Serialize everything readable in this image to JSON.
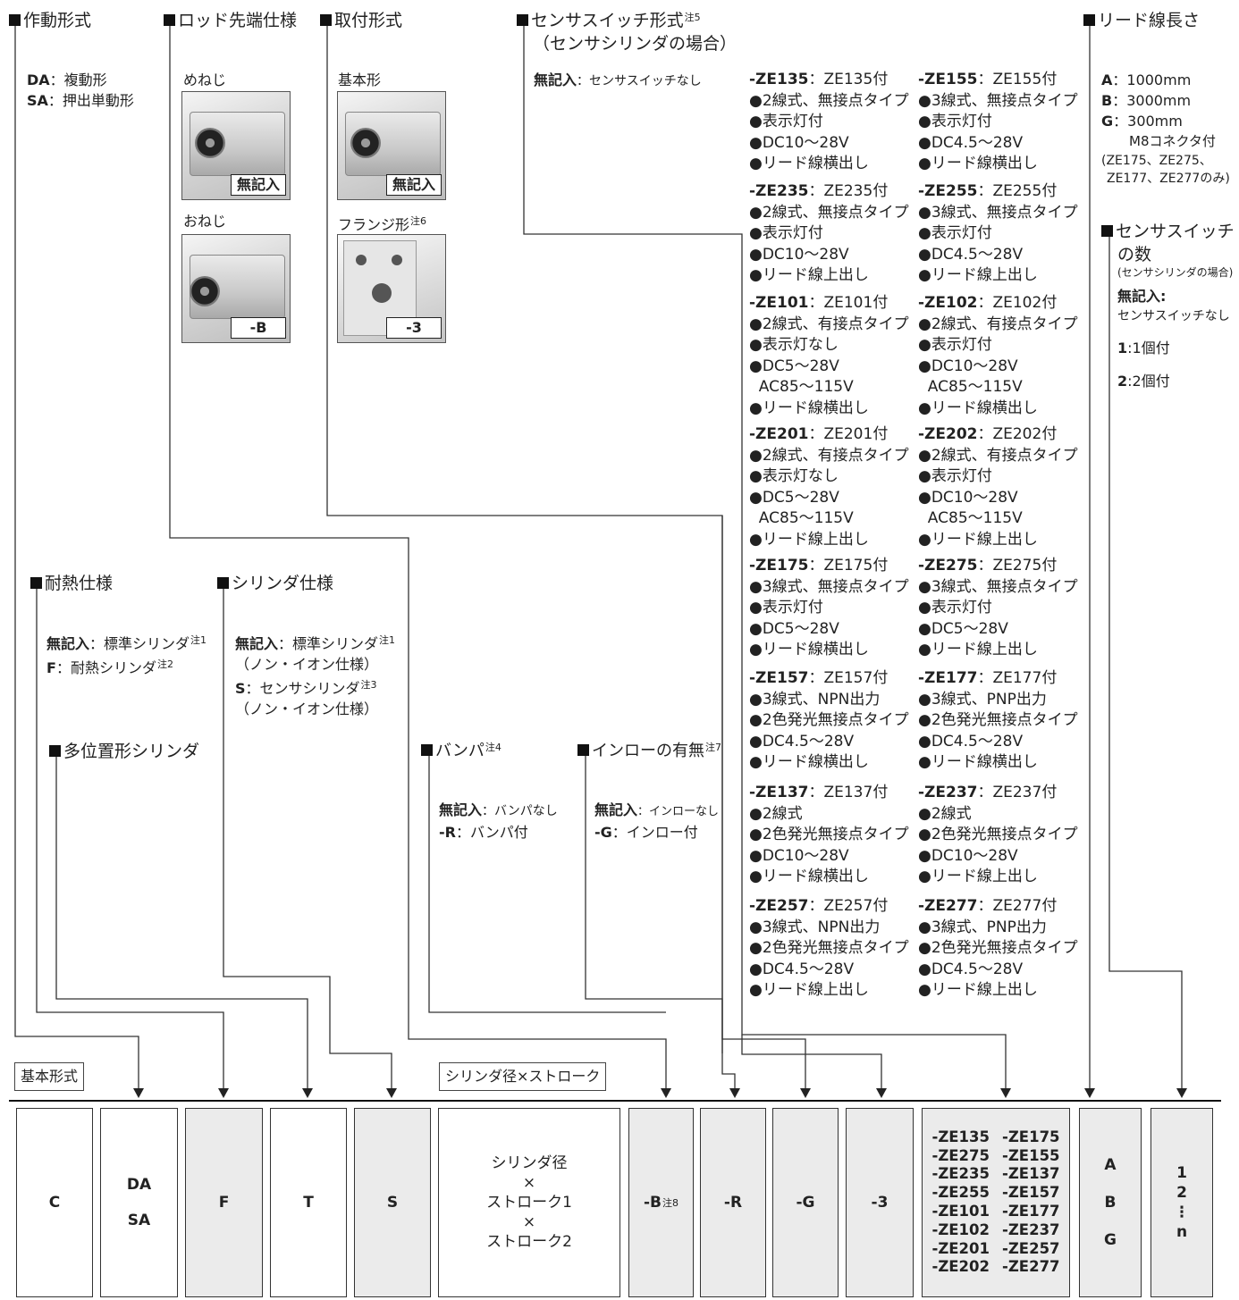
{
  "sections": {
    "action": {
      "title": "作動形式",
      "items": [
        {
          "code": "DA",
          "desc": "：複動形"
        },
        {
          "code": "SA",
          "desc": "：押出単動形"
        }
      ]
    },
    "rod": {
      "title": "ロッド先端仕様",
      "female": "めねじ",
      "female_tag": "無記入",
      "male": "おねじ",
      "male_tag": "-B"
    },
    "mount": {
      "title": "取付形式",
      "basic": "基本形",
      "basic_tag": "無記入",
      "flange": "フランジ形",
      "flange_note": "注6",
      "flange_tag": "-3"
    },
    "sensor": {
      "title": "センサスイッチ形式",
      "title_note": "注5",
      "subtitle": "（センサシリンダの場合）",
      "none_code": "無記入",
      "none_desc": "：センサスイッチなし"
    },
    "lead": {
      "title": "リード線長さ",
      "items": [
        {
          "code": "A",
          "desc": "：1000mm"
        },
        {
          "code": "B",
          "desc": "：3000mm"
        },
        {
          "code": "G",
          "desc": "：300mm"
        }
      ],
      "note1": "M8コネクタ付",
      "note2": "(ZE175、ZE275、",
      "note3": "ZE177、ZE277のみ)"
    },
    "count": {
      "title1": "センサスイッチ",
      "title2": "の数",
      "sub": "(センサシリンダの場合)",
      "none_code": "無記入:",
      "none_desc": "センサスイッチなし",
      "items": [
        {
          "code": "1",
          "desc": ":1個付"
        },
        {
          "code": "2",
          "desc": ":2個付"
        }
      ]
    },
    "heat": {
      "title": "耐熱仕様",
      "l1_code": "無記入",
      "l1_desc": "：標準シリンダ",
      "l1_note": "注1",
      "l2_code": "F",
      "l2_desc": "：耐熱シリンダ",
      "l2_note": "注2"
    },
    "cyl": {
      "title": "シリンダ仕様",
      "l1_code": "無記入",
      "l1_desc": "：標準シリンダ",
      "l1_note": "注1",
      "l2": "（ノン・イオン仕様）",
      "l3_code": "S",
      "l3_desc": "：センサシリンダ",
      "l3_note": "注3",
      "l4": "（ノン・イオン仕様）"
    },
    "multi": {
      "title": "多位置形シリンダ"
    },
    "bumper": {
      "title": "バンパ",
      "note": "注4",
      "l1_code": "無記入",
      "l1_desc": "：バンパなし",
      "l2_code": "-R",
      "l2_desc": "：バンパ付"
    },
    "inlow": {
      "title": "インローの有無",
      "note": "注7",
      "l1_code": "無記入",
      "l1_desc": "：インローなし",
      "l2_code": "-G",
      "l2_desc": "：インロー付"
    }
  },
  "switches": [
    {
      "code": "-ZE135",
      "name": "：ZE135付",
      "specs": [
        "●2線式、無接点タイプ",
        "●表示灯付",
        "●DC10～28V",
        "●リード線横出し"
      ]
    },
    {
      "code": "-ZE155",
      "name": "：ZE155付",
      "specs": [
        "●3線式、無接点タイプ",
        "●表示灯付",
        "●DC4.5～28V",
        "●リード線横出し"
      ]
    },
    {
      "code": "-ZE235",
      "name": "：ZE235付",
      "specs": [
        "●2線式、無接点タイプ",
        "●表示灯付",
        "●DC10～28V",
        "●リード線上出し"
      ]
    },
    {
      "code": "-ZE255",
      "name": "：ZE255付",
      "specs": [
        "●3線式、無接点タイプ",
        "●表示灯付",
        "●DC4.5～28V",
        "●リード線上出し"
      ]
    },
    {
      "code": "-ZE101",
      "name": "：ZE101付",
      "specs": [
        "●2線式、有接点タイプ",
        "●表示灯なし",
        "●DC5～28V",
        "  AC85～115V",
        "●リード線横出し"
      ]
    },
    {
      "code": "-ZE102",
      "name": "：ZE102付",
      "specs": [
        "●2線式、有接点タイプ",
        "●表示灯付",
        "●DC10～28V",
        "  AC85～115V",
        "●リード線横出し"
      ]
    },
    {
      "code": "-ZE201",
      "name": "：ZE201付",
      "specs": [
        "●2線式、有接点タイプ",
        "●表示灯なし",
        "●DC5～28V",
        "  AC85～115V",
        "●リード線上出し"
      ]
    },
    {
      "code": "-ZE202",
      "name": "：ZE202付",
      "specs": [
        "●2線式、有接点タイプ",
        "●表示灯付",
        "●DC10～28V",
        "  AC85～115V",
        "●リード線上出し"
      ]
    },
    {
      "code": "-ZE175",
      "name": "：ZE175付",
      "specs": [
        "●3線式、無接点タイプ",
        "●表示灯付",
        "●DC5～28V",
        "●リード線横出し"
      ]
    },
    {
      "code": "-ZE275",
      "name": "：ZE275付",
      "specs": [
        "●3線式、無接点タイプ",
        "●表示灯付",
        "●DC5～28V",
        "●リード線上出し"
      ]
    },
    {
      "code": "-ZE157",
      "name": "：ZE157付",
      "specs": [
        "●3線式、NPN出力",
        "●2色発光無接点タイプ",
        "●DC4.5～28V",
        "●リード線横出し"
      ]
    },
    {
      "code": "-ZE177",
      "name": "：ZE177付",
      "specs": [
        "●3線式、PNP出力",
        "●2色発光無接点タイプ",
        "●DC4.5～28V",
        "●リード線横出し"
      ]
    },
    {
      "code": "-ZE137",
      "name": "：ZE137付",
      "specs": [
        "●2線式",
        "●2色発光無接点タイプ",
        "●DC10～28V",
        "●リード線横出し"
      ]
    },
    {
      "code": "-ZE237",
      "name": "：ZE237付",
      "specs": [
        "●2線式",
        "●2色発光無接点タイプ",
        "●DC10～28V",
        "●リード線上出し"
      ]
    },
    {
      "code": "-ZE257",
      "name": "：ZE257付",
      "specs": [
        "●3線式、NPN出力",
        "●2色発光無接点タイプ",
        "●DC4.5～28V",
        "●リード線上出し"
      ]
    },
    {
      "code": "-ZE277",
      "name": "：ZE277付",
      "specs": [
        "●3線式、PNP出力",
        "●2色発光無接点タイプ",
        "●DC4.5～28V",
        "●リード線上出し"
      ]
    }
  ],
  "labels": {
    "basic_model": "基本形式",
    "bore_stroke": "シリンダ径×ストローク"
  },
  "code_row": {
    "c": "C",
    "da_sa": [
      "DA",
      "SA"
    ],
    "f": "F",
    "t": "T",
    "s": "S",
    "bore": [
      "シリンダ径",
      "×",
      "ストローク1",
      "×",
      "ストローク2"
    ],
    "b": "-B",
    "b_note": "注8",
    "r": "-R",
    "g": "-G",
    "three": "-3",
    "ze_codes": [
      "-ZE135",
      "-ZE175",
      "-ZE275",
      "-ZE155",
      "-ZE235",
      "-ZE137",
      "-ZE255",
      "-ZE157",
      "-ZE101",
      "-ZE177",
      "-ZE102",
      "-ZE237",
      "-ZE201",
      "-ZE257",
      "-ZE202",
      "-ZE277"
    ],
    "abg": [
      "A",
      "B",
      "G"
    ],
    "count": [
      "1",
      "2",
      "⋮",
      "n"
    ]
  }
}
